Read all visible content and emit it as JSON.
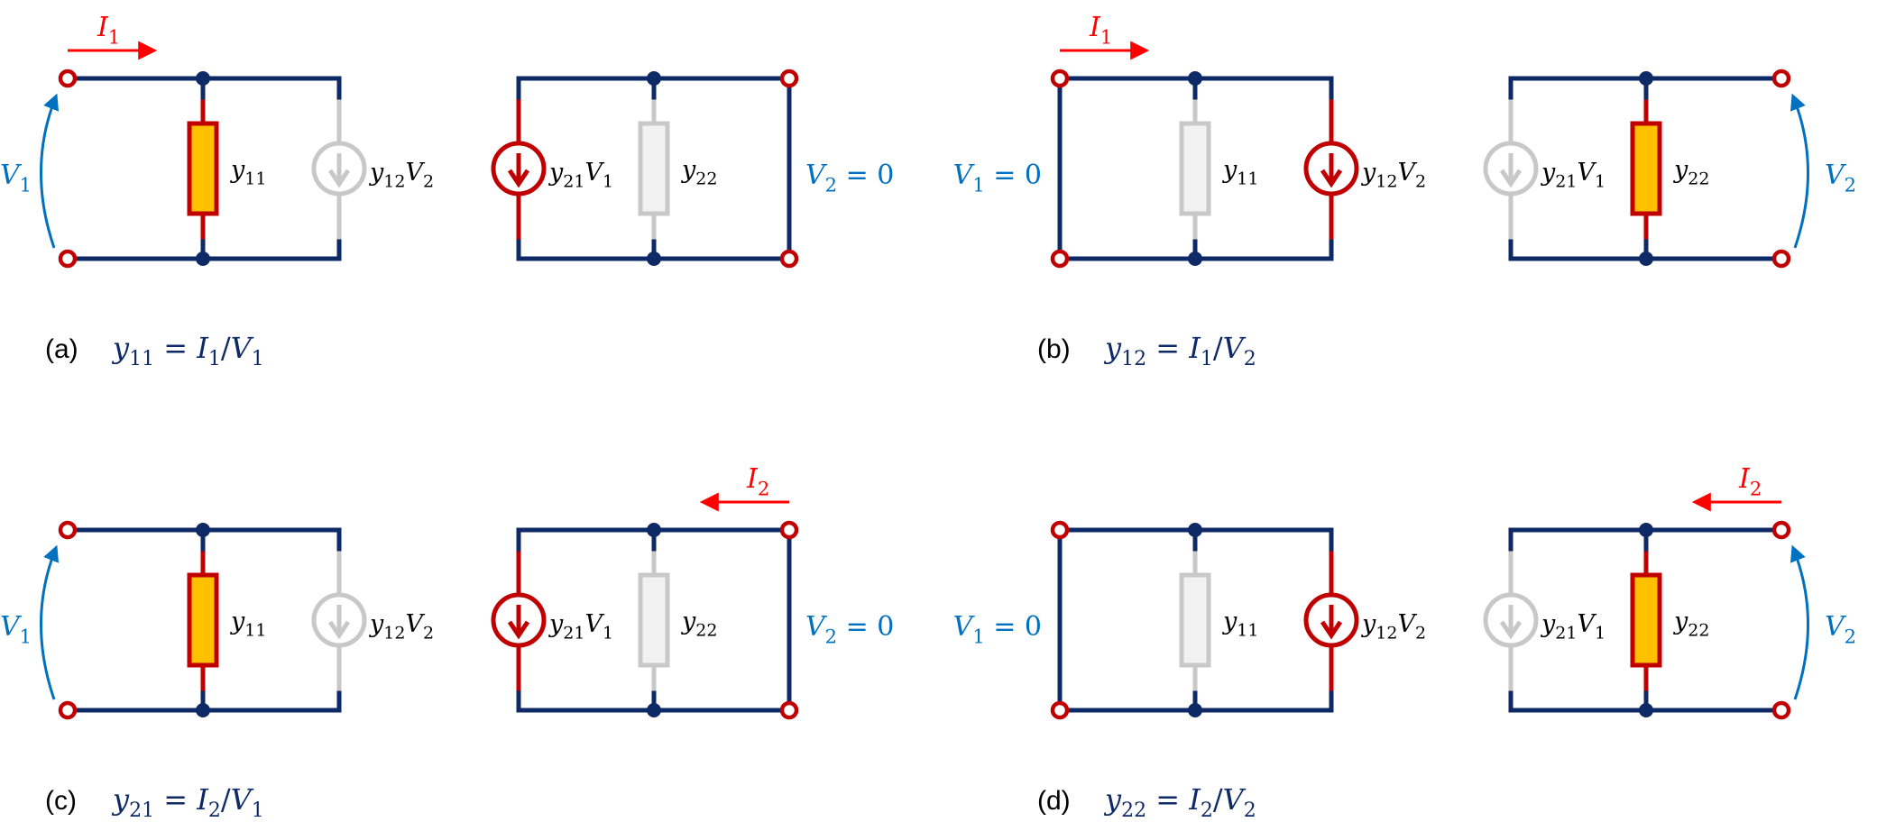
{
  "title": "Y-parameter measurement circuits",
  "colors": {
    "wire": "#0E2A66",
    "active_element": "#C00000",
    "active_fill": "#FFC000",
    "inactive_element": "#C8C8C8",
    "inactive_fill": "#F2F2F2",
    "voltage": "#0070C0",
    "current": "#FF0000",
    "caption_formula": "#0E2A66",
    "caption_letter": "#000000",
    "element_label": "#000000"
  },
  "labels": {
    "y11": {
      "base": "y",
      "sub": "11"
    },
    "y22": {
      "base": "y",
      "sub": "22"
    },
    "y12V2": {
      "base": "y",
      "sub": "12",
      "base2": "V",
      "sub2": "2"
    },
    "y21V1": {
      "base": "y",
      "sub": "21",
      "base2": "V",
      "sub2": "1"
    },
    "V1": {
      "base": "V",
      "sub": "1"
    },
    "V2": {
      "base": "V",
      "sub": "2"
    },
    "I1": {
      "base": "I",
      "sub": "1"
    },
    "I2": {
      "base": "I",
      "sub": "2"
    },
    "V1_zero": {
      "base": "V",
      "sub": "1",
      "rest": " = 0"
    },
    "V2_zero": {
      "base": "V",
      "sub": "2",
      "rest": " = 0"
    }
  },
  "panels": [
    {
      "id": "a",
      "letter": "(a)",
      "formula": {
        "lhs_base": "y",
        "lhs_sub": "11",
        "num_base": "I",
        "num_sub": "1",
        "den_base": "V",
        "den_sub": "1"
      },
      "port1": "open",
      "port2": "short",
      "current_arrow": "I1",
      "active": {
        "y11": true,
        "y12V2": false,
        "y21V1": true,
        "y22": false
      }
    },
    {
      "id": "b",
      "letter": "(b)",
      "formula": {
        "lhs_base": "y",
        "lhs_sub": "12",
        "num_base": "I",
        "num_sub": "1",
        "den_base": "V",
        "den_sub": "2"
      },
      "port1": "short",
      "port2": "open",
      "current_arrow": "I1",
      "active": {
        "y11": false,
        "y12V2": true,
        "y21V1": false,
        "y22": true
      }
    },
    {
      "id": "c",
      "letter": "(c)",
      "formula": {
        "lhs_base": "y",
        "lhs_sub": "21",
        "num_base": "I",
        "num_sub": "2",
        "den_base": "V",
        "den_sub": "1"
      },
      "port1": "open",
      "port2": "short",
      "current_arrow": "I2",
      "active": {
        "y11": true,
        "y12V2": false,
        "y21V1": true,
        "y22": false
      }
    },
    {
      "id": "d",
      "letter": "(d)",
      "formula": {
        "lhs_base": "y",
        "lhs_sub": "22",
        "num_base": "I",
        "num_sub": "2",
        "den_base": "V",
        "den_sub": "2"
      },
      "port1": "short",
      "port2": "open",
      "current_arrow": "I2",
      "active": {
        "y11": false,
        "y12V2": true,
        "y21V1": false,
        "y22": true
      }
    }
  ]
}
